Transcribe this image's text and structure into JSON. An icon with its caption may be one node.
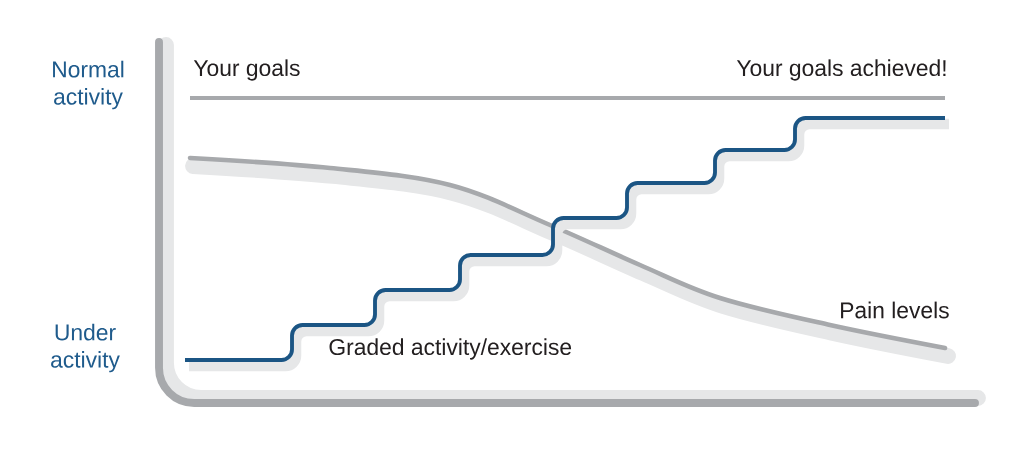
{
  "diagram": {
    "labels": [
      "Normal activity",
      "Under activity",
      "Your goals",
      "Your goals achieved!",
      "Pain levels",
      "Graded activity/exercise"
    ]
  }
}
